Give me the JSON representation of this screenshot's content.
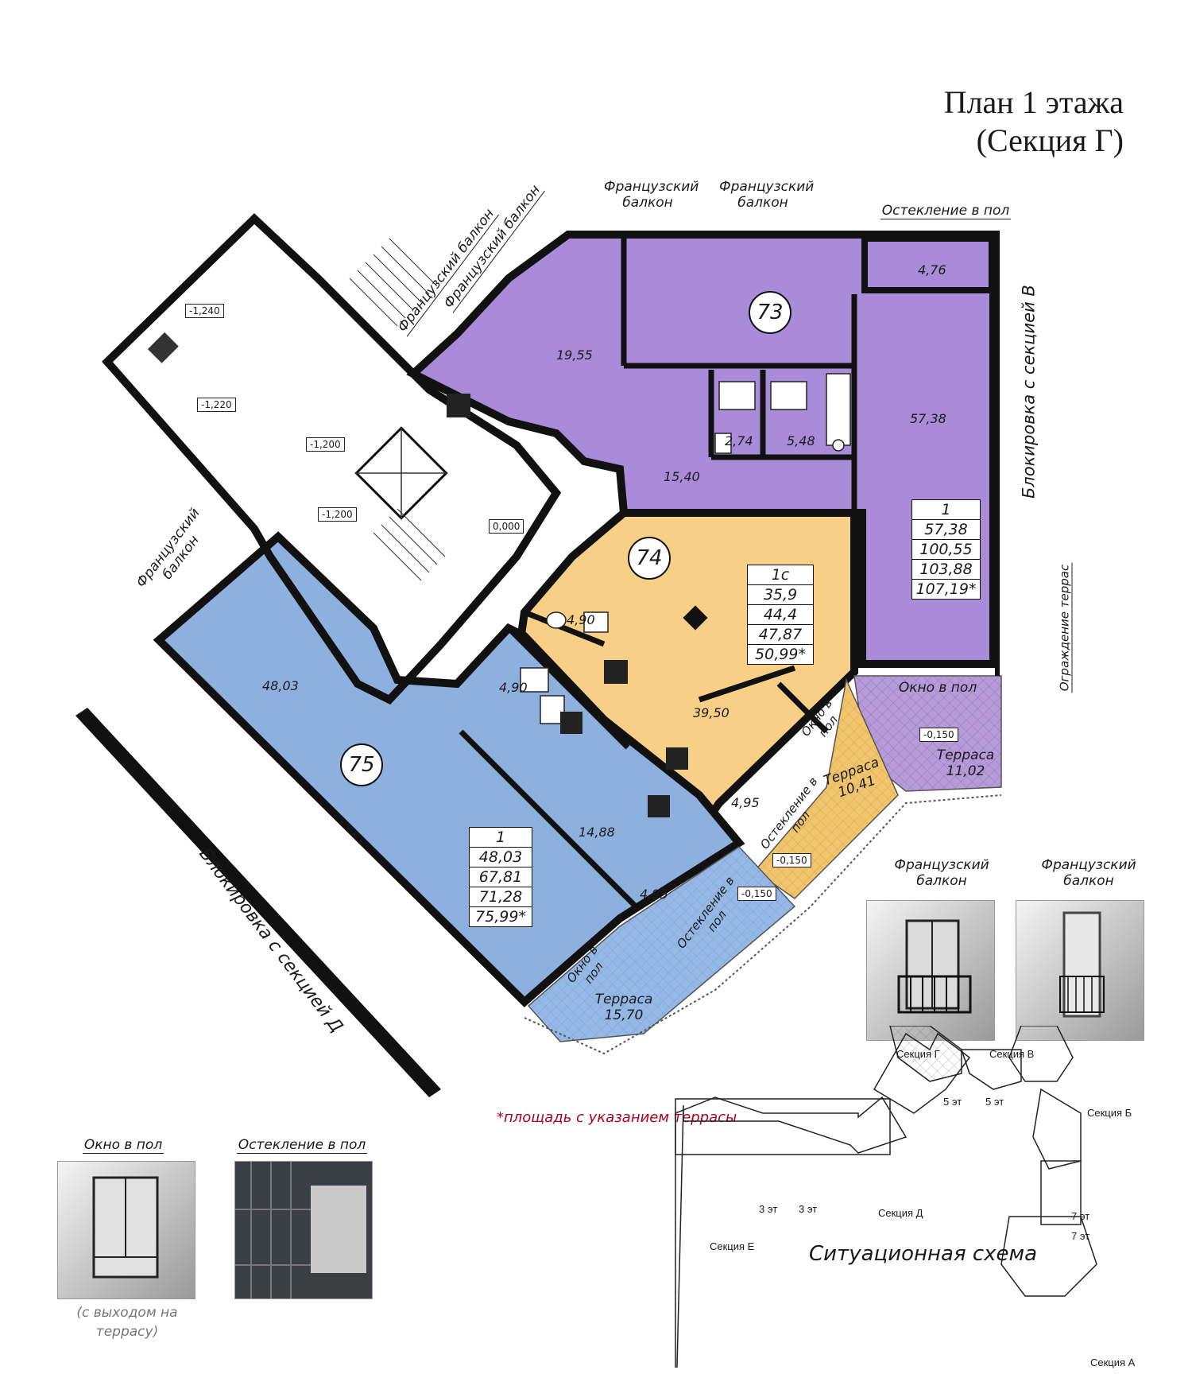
{
  "title": {
    "line1": "План 1 этажа",
    "line2": "(Секция Г)"
  },
  "callouts": {
    "fb_left1": "Французский балкон",
    "fb_left2": "Французский балкон",
    "fb_top1": "Французский балкон",
    "fb_top2": "Французский балкон",
    "glaz_top": "Остекление в пол",
    "fb_west": "Французский балкон",
    "block_v": "Блокировка с секцией В",
    "block_d": "Блокировка с секцией Д",
    "fence": "Ограждение террас",
    "okno_73": "Окно в пол"
  },
  "levels": [
    "-1,240",
    "-1,220",
    "-1,200",
    "-1,200",
    "0,000",
    "-0,150",
    "-0,150",
    "-0,150"
  ],
  "apartments": {
    "a73": {
      "number": "73",
      "rooms": "1",
      "living": "57,38",
      "total1": "100,55",
      "total2": "103,88",
      "total3": "107,19*"
    },
    "a74": {
      "number": "74",
      "rooms": "1с",
      "living": "35,9",
      "total1": "44,4",
      "total2": "47,87",
      "total3": "50,99*"
    },
    "a75": {
      "number": "75",
      "rooms": "1",
      "living": "48,03",
      "total1": "67,81",
      "total2": "71,28",
      "total3": "75,99*"
    }
  },
  "room_areas": {
    "r73_kitchen": "19,55",
    "r73_hall": "15,40",
    "r73_wc1": "2,74",
    "r73_wc2": "5,48",
    "r73_room": "57,38",
    "r73_balc": "4,76",
    "r74_room": "39,50",
    "r74_bath": "4,90",
    "r74_loggia": "4,95",
    "r75_room": "48,03",
    "r75_bath": "4,90",
    "r75_kitchen": "14,88",
    "r75_loggia": "4,95"
  },
  "terraces": {
    "t73": {
      "label": "Терраса",
      "area": "11,02"
    },
    "t74": {
      "label": "Терраса",
      "area": "10,41"
    },
    "t75": {
      "label": "Терраса",
      "area": "15,70"
    }
  },
  "terrace_notes": {
    "okno_74": "Окно в пол",
    "glaz_74": "Остекление в пол",
    "glaz_75": "Остекление в пол",
    "okno_75": "Окно в пол"
  },
  "footnote": "*площадь с указанием террасы",
  "legend": {
    "fb1": "Французский балкон",
    "fb2": "Французский балкон",
    "okno": "Окно в пол",
    "glaz": "Остекление в пол",
    "okno_note": "(с выходом на террасу)"
  },
  "scheme": {
    "title": "Ситуационная схема",
    "sections": [
      "Секция Г",
      "Секция В",
      "Секция Б",
      "Секция А",
      "Секция Д",
      "Секция Е"
    ],
    "floors": [
      "5 эт",
      "5 эт",
      "3 эт",
      "3 эт",
      "7 эт",
      "7 эт"
    ]
  },
  "colors": {
    "apt73": "#a98bd9",
    "apt74": "#f7cf86",
    "apt75": "#8db0df",
    "terrace73": "#b79ad9",
    "terrace74": "#f3c56a",
    "terrace75": "#94b9e6",
    "wall": "#111111"
  }
}
